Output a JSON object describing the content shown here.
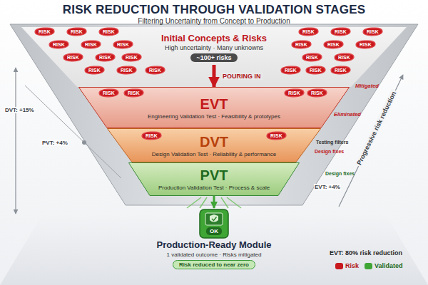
{
  "diagram": {
    "title": "RISK REDUCTION THROUGH VALIDATION STAGES",
    "nodes": [
      {
        "text": [
          "Initial Concepts & Risks",
          "High uncertainty · Many unknowns",
          "~100+ risks"
        ]
      },
      {
        "text": [
          "EVT",
          "Engineering Validation Test · Feasibility & prototypes"
        ]
      },
      {
        "text": [
          "DVT",
          "Design Validation Test · Reliability & performance"
        ]
      },
      {
        "text": [
          "PVT",
          "Production Validation Test · Process & scale"
        ]
      },
      {
        "text": [
          "Production-Ready Module",
          "1 validated outcome · Risks mitigated",
          "Risk reduced to near zero"
        ]
      }
    ],
    "edges": [
      {
        "from": 0,
        "to": 1,
        "label": "POURING IN",
        "arrow": "to"
      },
      {
        "from": 3,
        "to": 4,
        "arrow": "to"
      }
    ],
    "labels": [
      "Filtering Uncertainty from Concept to Production",
      "RISK",
      "RISK",
      "RISK",
      "RISK",
      "RISK",
      "RISK",
      "RISK",
      "RISK",
      "RISK",
      "RISK",
      "RISK",
      "RISK",
      "RISK",
      "RISK",
      "RISK",
      "RISK",
      "RISK",
      "RISK",
      "RISK",
      "RISK",
      "RISK",
      "RISK",
      "RISK",
      "RISK",
      "RISK",
      "RISK",
      "RISK",
      "RISK",
      "RISK",
      "Mitigated",
      "Eliminated",
      "Testing filters",
      "Design fixes",
      "Design fixes",
      "Progressive risk reduction",
      "DVT: +15%",
      "PVT: +4%",
      "EVT: +4%",
      "EVT: 80% risk reduction",
      "OK"
    ],
    "legend": [
      {
        "text": "Risk",
        "color": "#c8191e"
      },
      {
        "text": "Validated",
        "color": "#3fa535"
      }
    ]
  }
}
